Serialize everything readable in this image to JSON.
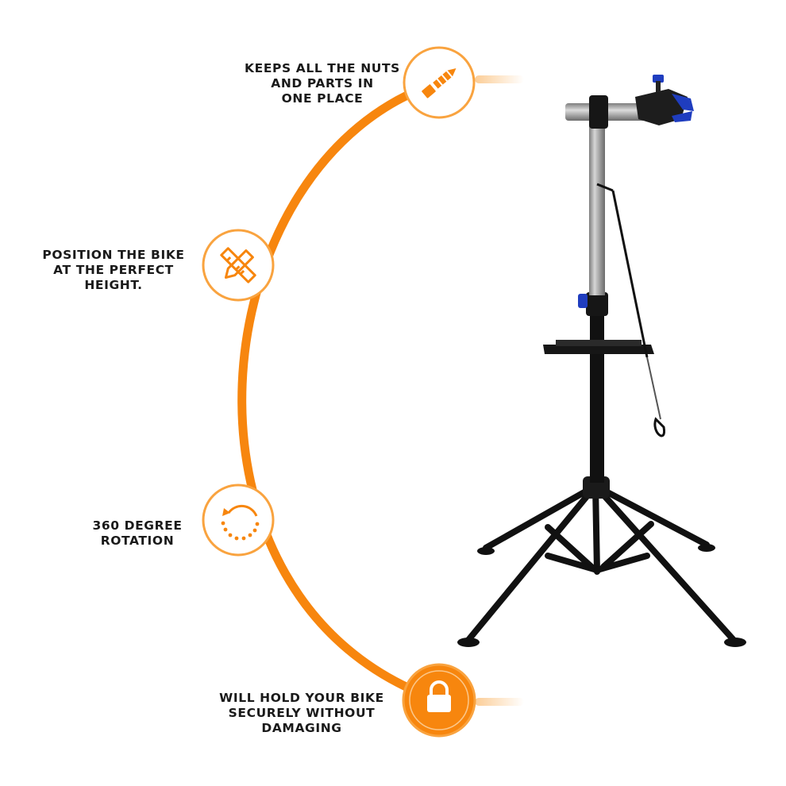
{
  "features": [
    {
      "id": "nuts-parts",
      "icon": "screw-icon",
      "text": "KEEPS ALL THE NUTS\nAND PARTS IN\nONE PLACE"
    },
    {
      "id": "height",
      "icon": "pencil-ruler-icon",
      "text": "POSITION THE BIKE\nAT THE PERFECT\nHEIGHT."
    },
    {
      "id": "rotation",
      "icon": "rotation-icon",
      "text": "360 DEGREE\nROTATION"
    },
    {
      "id": "secure-hold",
      "icon": "lock-icon",
      "text": "WILL HOLD YOUR BIKE\nSECURELY WITHOUT\nDAMAGING"
    }
  ],
  "colors": {
    "accent": "#F7860E",
    "accent_light": "#FBC78A",
    "icon_border": "#F9A33F",
    "text": "#1A1A1A",
    "stand_black": "#111111",
    "stand_silver": "#A9A9A9",
    "knob_blue": "#1F3DBF"
  },
  "product": {
    "name": "bike-repair-stand"
  }
}
